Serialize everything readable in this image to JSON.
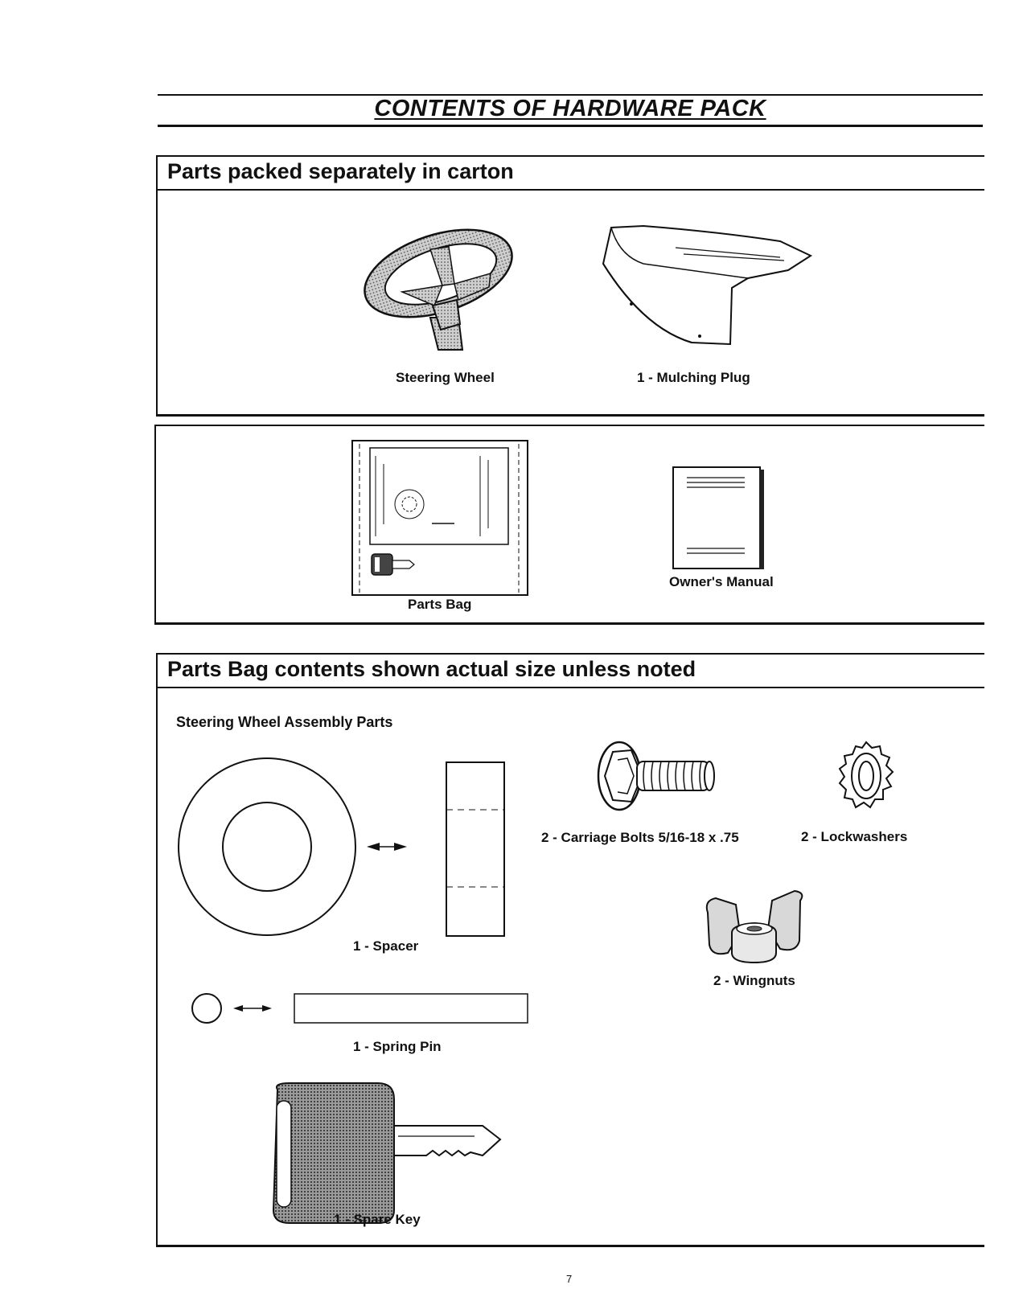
{
  "page_title": "CONTENTS OF HARDWARE PACK",
  "section1": {
    "heading": "Parts packed separately in carton",
    "items": {
      "steering_wheel": "Steering Wheel",
      "mulching_plug": "1 - Mulching Plug"
    }
  },
  "section2": {
    "items": {
      "parts_bag": "Parts Bag",
      "owners_manual": "Owner's Manual"
    }
  },
  "section3": {
    "heading": "Parts Bag contents shown actual size unless noted",
    "subheading": "Steering Wheel Assembly Parts",
    "items": {
      "spacer": "1 - Spacer",
      "spring_pin": "1 - Spring Pin",
      "spare_key": "1 - Spare Key",
      "carriage_bolts": "2 - Carriage Bolts 5/16-18 x .75",
      "lockwashers": "2 - Lockwashers",
      "wingnuts": "2 - Wingnuts"
    }
  },
  "page_number": "7"
}
